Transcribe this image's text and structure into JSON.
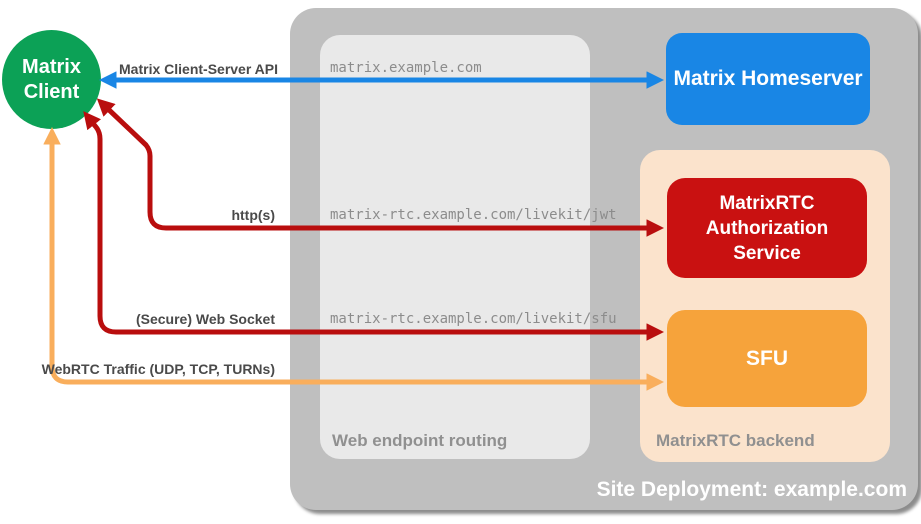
{
  "diagram": {
    "site": {
      "title": "Site Deployment: example.com"
    },
    "client": {
      "label_line1": "Matrix",
      "label_line2": "Client"
    },
    "nodes": {
      "homeserver": {
        "label": "Matrix Homeserver",
        "color": "#1986e5"
      },
      "auth_service": {
        "label": "MatrixRTC Authorization Service",
        "color": "#c91111"
      },
      "sfu": {
        "label": "SFU",
        "color": "#f6a33b"
      }
    },
    "routing": {
      "label": "Web endpoint routing",
      "endpoints": [
        "matrix.example.com",
        "matrix-rtc.example.com/livekit/jwt",
        "matrix-rtc.example.com/livekit/sfu"
      ]
    },
    "backend": {
      "label": "MatrixRTC backend"
    },
    "connections": {
      "api": {
        "label": "Matrix Client-Server API",
        "color": "#1986e5",
        "style": "bidirectional"
      },
      "http": {
        "label": "http(s)",
        "color": "#b90e0e",
        "style": "bidirectional"
      },
      "websocket": {
        "label": "(Secure) Web Socket",
        "color": "#b90e0e",
        "style": "bidirectional"
      },
      "webrtc": {
        "label": "WebRTC Traffic (UDP, TCP, TURNs)",
        "color": "#f9ae5c",
        "style": "bidirectional"
      }
    },
    "colors": {
      "client_green": "#0ca156",
      "backend_peach": "#fbe3cc",
      "site_gray": "#bfbfbf",
      "routing_gray": "#e9e9e9"
    }
  }
}
